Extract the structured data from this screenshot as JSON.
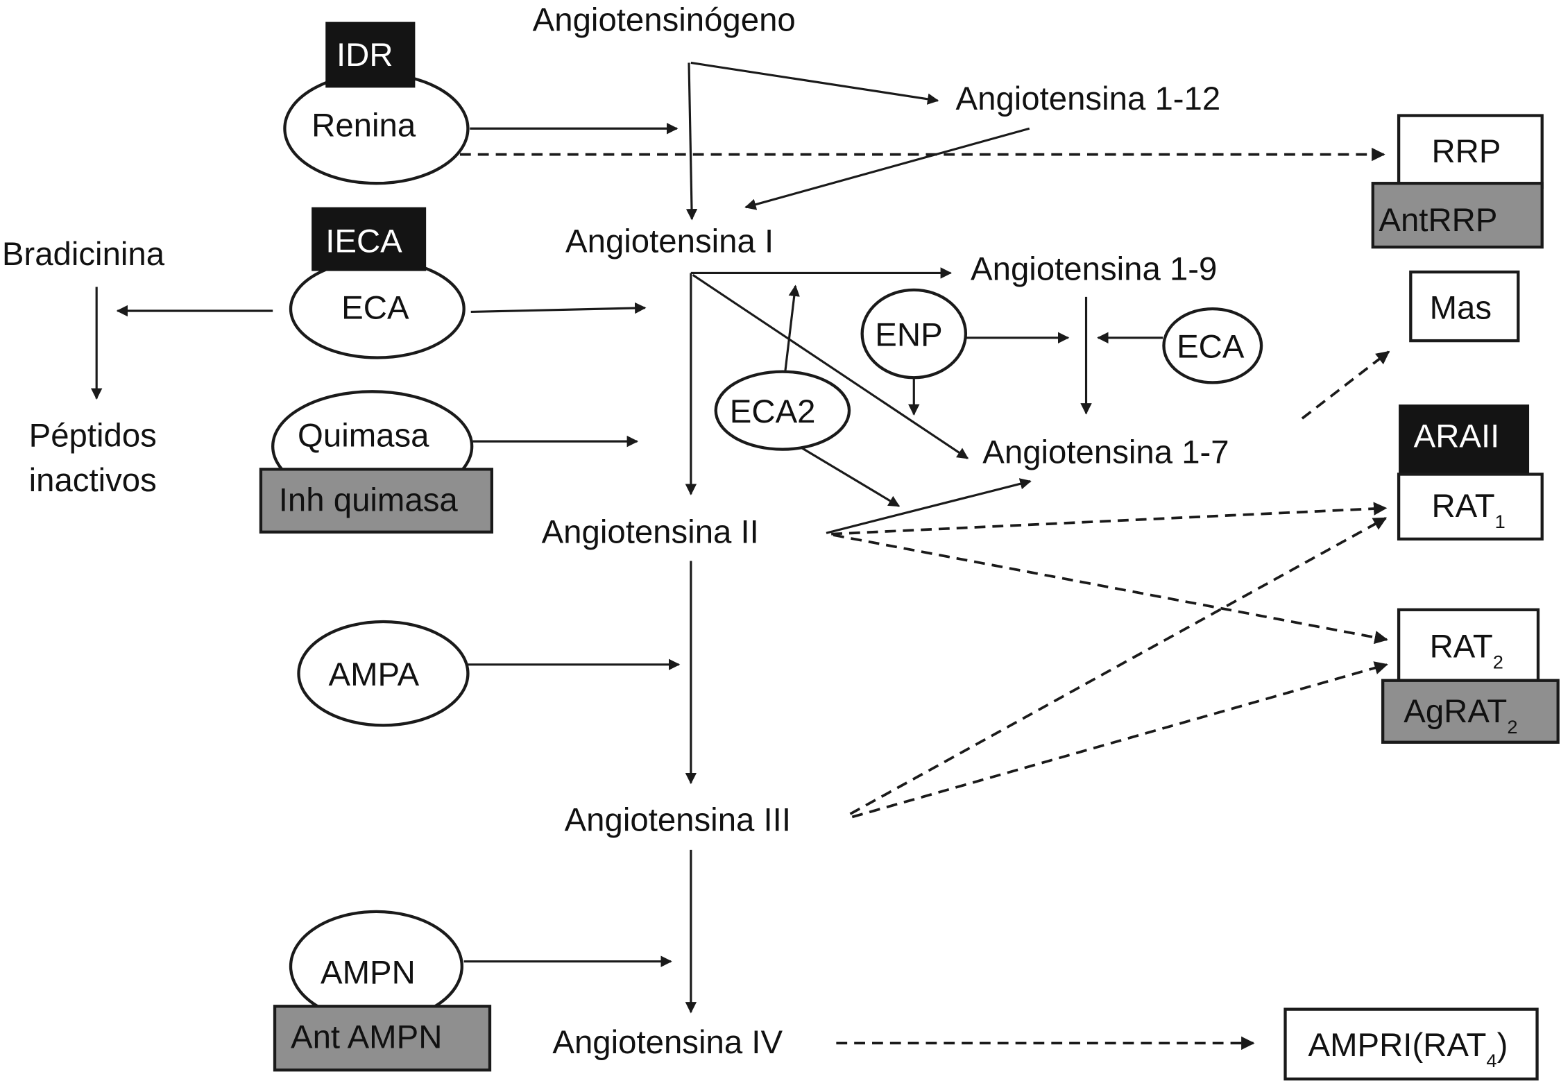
{
  "title": "Sistema renina-angiotensina",
  "colors": {
    "inhibitor_black": "#141414",
    "antagonist_gray": "#8f8f8f",
    "line": "#1a1a1a",
    "background": "#ffffff"
  },
  "peptides": {
    "angiotensinogen": "Angiotensinógeno",
    "ang_1_12": "Angiotensina 1-12",
    "ang_I": "Angiotensina I",
    "ang_1_9": "Angiotensina 1-9",
    "ang_1_7": "Angiotensina 1-7",
    "ang_II": "Angiotensina II",
    "ang_III": "Angiotensina III",
    "ang_IV": "Angiotensina IV",
    "bradykinin": "Bradicinina",
    "inactive_peptides_line1": "Péptidos",
    "inactive_peptides_line2": "inactivos"
  },
  "enzymes": {
    "renin": "Renina",
    "ace": "ECA",
    "chymase": "Quimasa",
    "ace2": "ECA2",
    "nep": "ENP",
    "ace_right": "ECA",
    "ampa": "AMPA",
    "ampn": "AMPN"
  },
  "inhibitors": {
    "idr": "IDR",
    "ieca": "IECA",
    "chymase_inhibitor": "Inh quimasa",
    "ant_ampn": "Ant AMPN",
    "araii": "ARAII"
  },
  "receptors": {
    "rrp": "RRP",
    "ant_rrp": "AntRRP",
    "mas": "Mas",
    "rat1": "RAT",
    "rat1_sub": "1",
    "rat2": "RAT",
    "rat2_sub": "2",
    "ag_rat2": "AgRAT",
    "ag_rat2_sub": "2",
    "ampri": "AMPRI(RAT",
    "ampri_sub": "4",
    "ampri_close": ")"
  }
}
